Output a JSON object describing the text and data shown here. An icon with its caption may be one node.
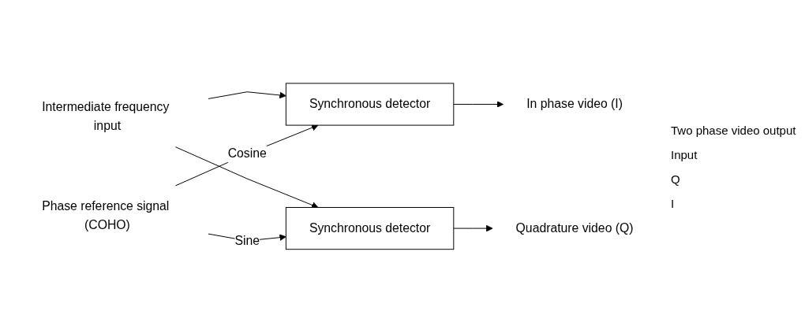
{
  "diagram": {
    "nodes": [
      {
        "text": [
          "Intermediate frequency input"
        ]
      },
      {
        "text": [
          "Synchronous detector"
        ]
      },
      {
        "text": [
          "Synchronous detector"
        ]
      },
      {
        "text": [
          "In phase video (I)"
        ]
      },
      {
        "text": [
          "Quadrature video (Q)"
        ]
      },
      {
        "text": [
          "Phase reference signal (COHO)"
        ]
      }
    ],
    "edges": [
      {
        "from": 0,
        "to": 1,
        "arrow": "to"
      },
      {
        "from": 0,
        "to": 2,
        "arrow": "to"
      },
      {
        "from": 1,
        "to": 3,
        "arrow": "to"
      },
      {
        "from": 2,
        "to": 4,
        "arrow": "to"
      },
      {
        "from": 5,
        "to": 1,
        "label": "Cosine",
        "arrow": "to"
      },
      {
        "from": 5,
        "to": 2,
        "label": "Sine",
        "arrow": "to"
      }
    ],
    "labels": [
      "Two phase video output",
      "Input",
      "Q",
      "I"
    ]
  }
}
